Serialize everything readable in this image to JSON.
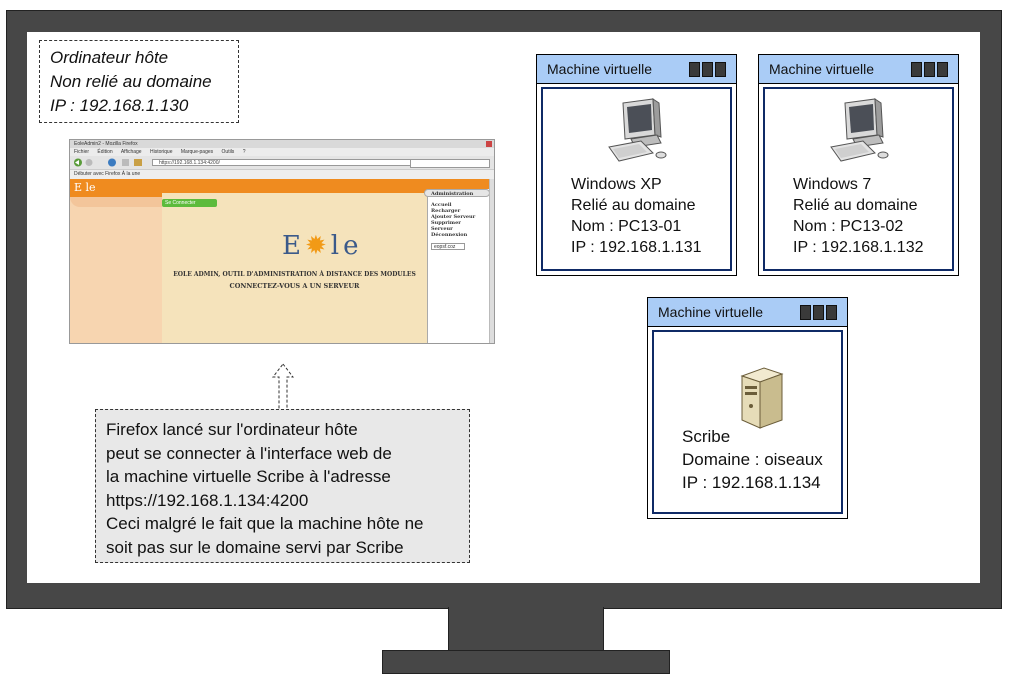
{
  "host": {
    "lines": [
      "Ordinateur hôte",
      "Non relié au domaine",
      "IP : 192.168.1.130"
    ]
  },
  "vms": [
    {
      "title": "Machine virtuelle",
      "icon": "desktop-computer-icon",
      "lines": [
        "Windows XP",
        "Relié au domaine",
        "Nom : PC13-01",
        "IP : 192.168.1.131"
      ]
    },
    {
      "title": "Machine virtuelle",
      "icon": "desktop-computer-icon",
      "lines": [
        "Windows 7",
        "Relié au domaine",
        "Nom : PC13-02",
        "IP : 192.168.1.132"
      ]
    },
    {
      "title": "Machine virtuelle",
      "icon": "server-icon",
      "lines": [
        "Scribe",
        "Domaine : oiseaux",
        "IP : 192.168.1.134"
      ]
    }
  ],
  "browser": {
    "window_title": "EoleAdmin2 - Mozilla Firefox",
    "menu": [
      "Fichier",
      "Édition",
      "Affichage",
      "Historique",
      "Marque-pages",
      "Outils",
      "?"
    ],
    "url": "https://192.168.1.134:4200/",
    "bookmarks": "Débuter avec Firefox   À la une",
    "green_button": "Se Connecter",
    "logo": "E le",
    "heading": "EOLE ADMIN, OUTIL D'ADMINISTRATION À DISTANCE DES MODULES",
    "subheading": "CONNECTEZ-VOUS A UN SERVEUR",
    "admin_title": "Administration",
    "admin_items": [
      "Accueil",
      "Recharger",
      "Ajouter Serveur",
      "Supprimer",
      "Serveur",
      "Déconnexion"
    ],
    "select_value": "eopsf.coz"
  },
  "firefox_note": {
    "lines": [
      "Firefox lancé sur l'ordinateur hôte",
      "peut se connecter à l'interface web de",
      "la machine virtuelle Scribe à l'adresse",
      "https://192.168.1.134:4200",
      "Ceci malgré le fait que la machine hôte ne",
      "soit pas sur le domaine servi par Scribe"
    ]
  },
  "colors": {
    "monitor": "#474747",
    "vm_header": "#aaccf6",
    "vm_border": "#0f2a66",
    "note_bg": "#e8e8e8",
    "eole_orange": "#ef8b1f"
  }
}
